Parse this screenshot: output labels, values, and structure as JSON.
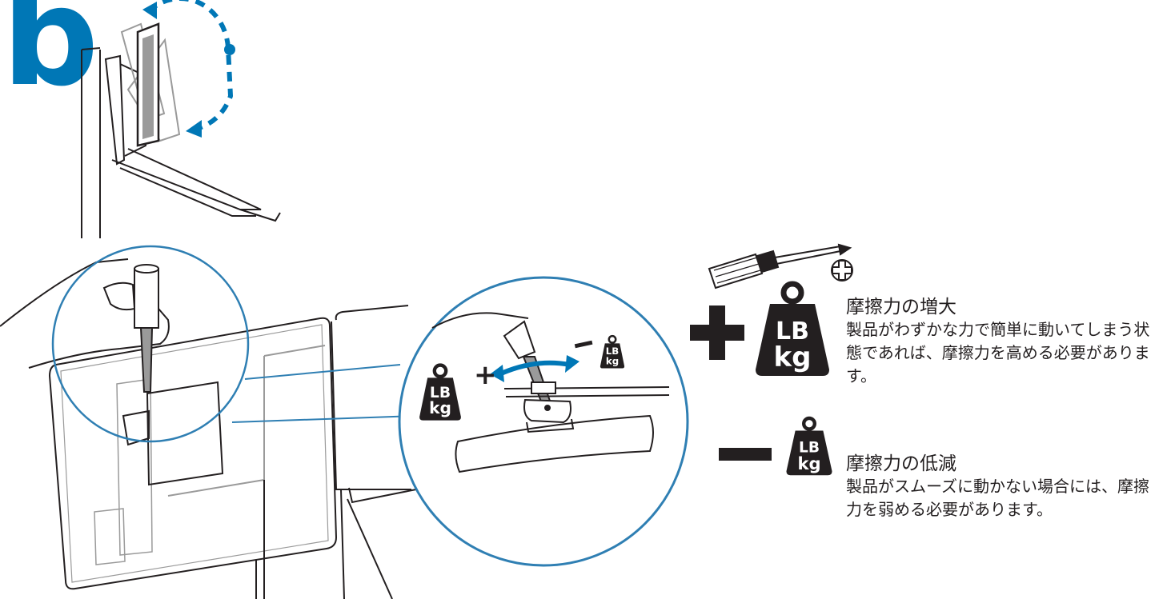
{
  "step_letter": "b",
  "weight_icon": {
    "top": "LB",
    "bottom": "kg"
  },
  "increase": {
    "symbol": "+",
    "title": "摩擦力の増大",
    "body": "製品がわずかな力で簡単に動いてしまう状態であれば、摩擦力を高める必要があります。"
  },
  "decrease": {
    "symbol": "−",
    "title": "摩擦力の低減",
    "body": "製品がスムーズに動かない場合には、摩擦力を弱める必要があります。"
  },
  "colors": {
    "accent_blue": "#0077b6",
    "line": "#231f20",
    "light_line": "#9a9a9a",
    "weight_fill": "#231f20"
  },
  "icons": [
    "rotation-arrow-icon",
    "screwdriver-icon",
    "phillips-head-icon",
    "weight-icon",
    "plus-icon",
    "minus-icon"
  ]
}
